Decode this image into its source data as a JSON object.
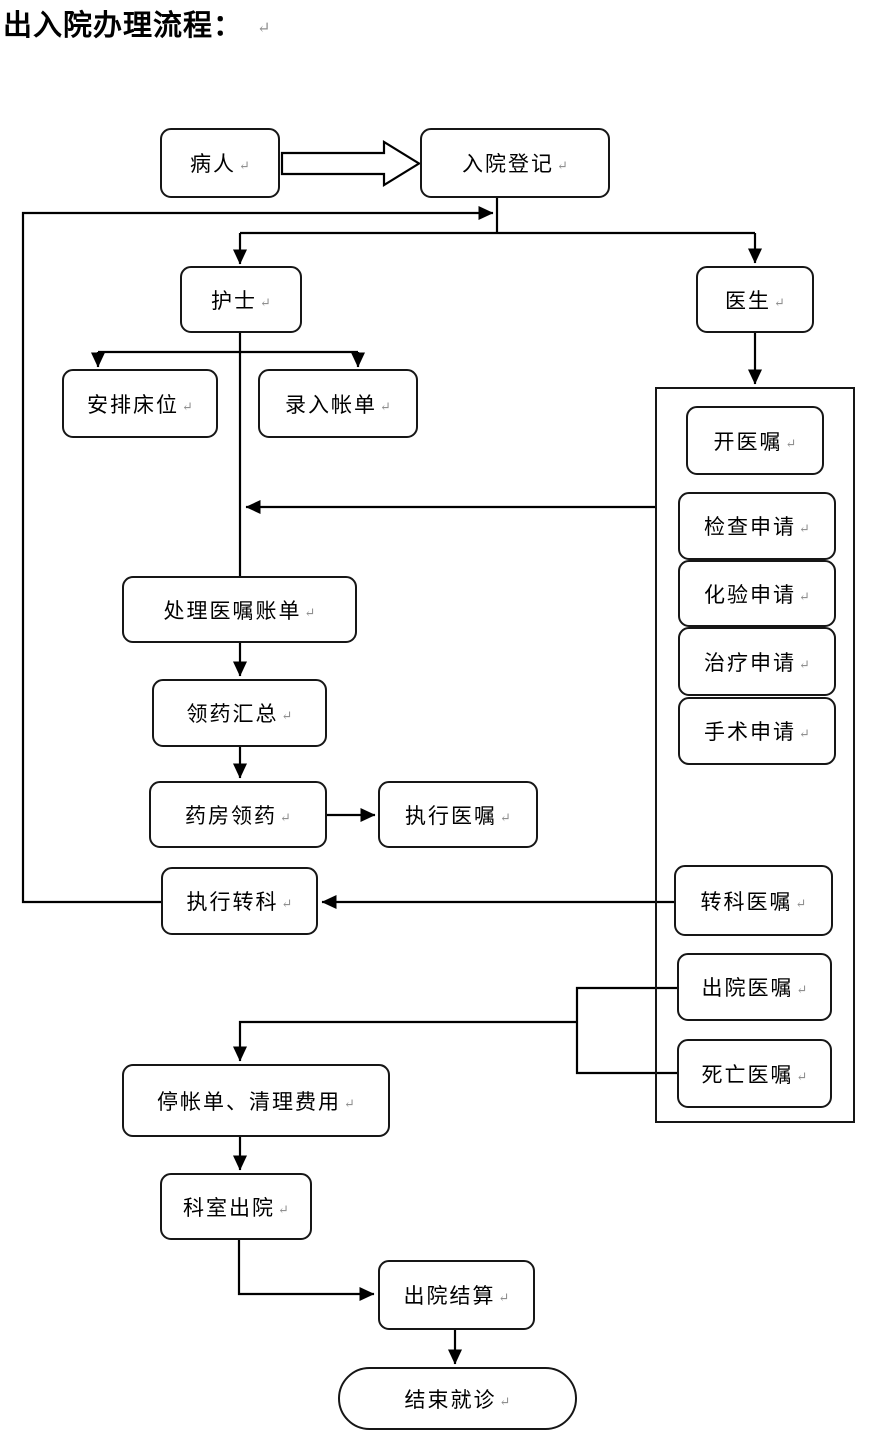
{
  "title": "出入院办理流程：",
  "paragraph_mark": "↵",
  "colors": {
    "line": "#000000",
    "box_border": "#161616",
    "background": "#ffffff",
    "text": "#000000",
    "paragraph_mark": "#8f8f8f"
  },
  "nodes": {
    "patient": {
      "label": "病人",
      "shape": "rounded"
    },
    "admission_register": {
      "label": "入院登记",
      "shape": "rounded"
    },
    "nurse": {
      "label": "护士",
      "shape": "rounded"
    },
    "doctor": {
      "label": "医生",
      "shape": "rounded"
    },
    "arrange_bed": {
      "label": "安排床位",
      "shape": "rounded"
    },
    "enter_bill": {
      "label": "录入帐单",
      "shape": "rounded"
    },
    "issue_order": {
      "label": "开医嘱",
      "shape": "rounded"
    },
    "exam_request": {
      "label": "检查申请",
      "shape": "rounded"
    },
    "lab_request": {
      "label": "化验申请",
      "shape": "rounded"
    },
    "treat_request": {
      "label": "治疗申请",
      "shape": "rounded"
    },
    "surgery_request": {
      "label": "手术申请",
      "shape": "rounded"
    },
    "process_order_bill": {
      "label": "处理医嘱账单",
      "shape": "rounded"
    },
    "medicine_summary": {
      "label": "领药汇总",
      "shape": "rounded"
    },
    "pharmacy_dispense": {
      "label": "药房领药",
      "shape": "rounded"
    },
    "execute_order": {
      "label": "执行医嘱",
      "shape": "rounded"
    },
    "execute_transfer": {
      "label": "执行转科",
      "shape": "rounded"
    },
    "transfer_order": {
      "label": "转科医嘱",
      "shape": "rounded"
    },
    "discharge_order": {
      "label": "出院医嘱",
      "shape": "rounded"
    },
    "death_order": {
      "label": "死亡医嘱",
      "shape": "rounded"
    },
    "stop_bill_clear_fee": {
      "label": "停帐单、清理费用",
      "shape": "rounded"
    },
    "dept_discharge": {
      "label": "科室出院",
      "shape": "rounded"
    },
    "discharge_settle": {
      "label": "出院结算",
      "shape": "rounded"
    },
    "end_visit": {
      "label": "结束就诊",
      "shape": "stadium"
    },
    "doctor_orders_group": {
      "label": "",
      "shape": "rectangle-container"
    }
  },
  "edges": [
    {
      "from": "patient",
      "to": "admission_register",
      "type": "block-arrow"
    },
    {
      "from": "admission_register",
      "to": "nurse",
      "type": "arrow"
    },
    {
      "from": "admission_register",
      "to": "doctor",
      "type": "arrow"
    },
    {
      "from": "nurse",
      "to": "arrange_bed",
      "type": "arrow"
    },
    {
      "from": "nurse",
      "to": "enter_bill",
      "type": "arrow"
    },
    {
      "from": "nurse",
      "to": "process_order_bill",
      "type": "line"
    },
    {
      "from": "doctor",
      "to": "doctor_orders_group",
      "type": "arrow"
    },
    {
      "from": "doctor_orders_group",
      "to": "process_order_bill",
      "type": "arrow"
    },
    {
      "from": "process_order_bill",
      "to": "medicine_summary",
      "type": "arrow"
    },
    {
      "from": "medicine_summary",
      "to": "pharmacy_dispense",
      "type": "arrow"
    },
    {
      "from": "pharmacy_dispense",
      "to": "execute_order",
      "type": "arrow"
    },
    {
      "from": "transfer_order",
      "to": "execute_transfer",
      "type": "arrow"
    },
    {
      "from": "execute_transfer",
      "to": "admission_register",
      "type": "arrow-loop-left"
    },
    {
      "from": "discharge_order",
      "to": "stop_bill_clear_fee",
      "type": "arrow"
    },
    {
      "from": "death_order",
      "to": "stop_bill_clear_fee",
      "type": "arrow"
    },
    {
      "from": "stop_bill_clear_fee",
      "to": "dept_discharge",
      "type": "arrow"
    },
    {
      "from": "dept_discharge",
      "to": "discharge_settle",
      "type": "arrow"
    },
    {
      "from": "discharge_settle",
      "to": "end_visit",
      "type": "arrow"
    }
  ]
}
